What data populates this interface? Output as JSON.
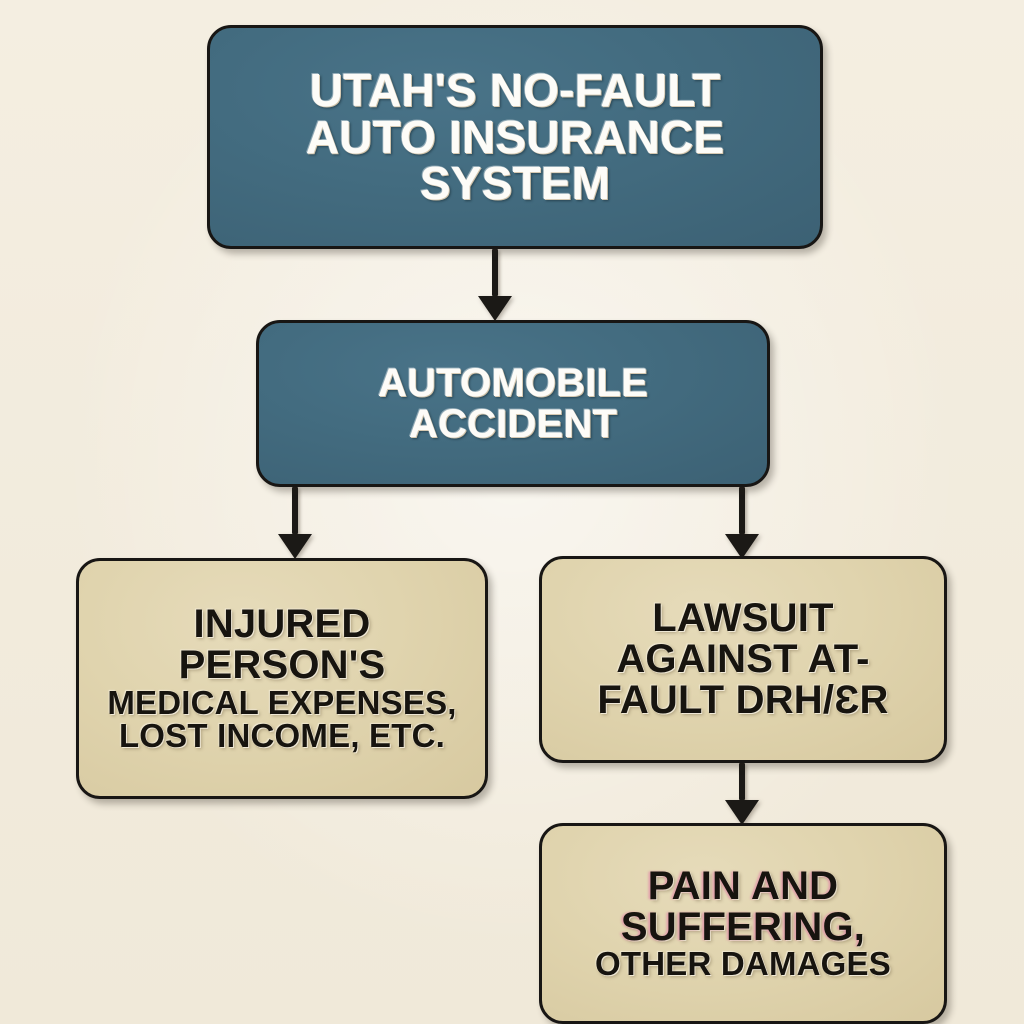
{
  "diagram": {
    "title": "Utah's No-Fault Auto Insurance System",
    "background_color": "#f4eee1",
    "accent_teal": "#436c80",
    "accent_tan": "#e0d4ae",
    "outline_color": "#181614",
    "nodes": [
      {
        "id": "header",
        "style": "teal",
        "lines": [
          "UTAH'S NO-FAULT",
          "AUTO INSURANCE",
          "SYSTEM"
        ]
      },
      {
        "id": "accident",
        "style": "teal",
        "lines": [
          "AUTOMOBILE",
          "ACCIDENT"
        ]
      },
      {
        "id": "injured-person",
        "style": "tan",
        "lines": [
          "INJURED",
          "PERSON'S",
          "MEDICAL EXPENSES,",
          "LOST INCOME, ETC."
        ]
      },
      {
        "id": "lawsuit",
        "style": "tan",
        "lines": [
          "LAWSUIT",
          "AGAINST AT-",
          "FAULT DRH/ƐR"
        ]
      },
      {
        "id": "damages",
        "style": "tan",
        "lines": [
          "PAIN AND",
          "SUFFERING,",
          "OTHER DAMAGES"
        ]
      }
    ],
    "connectors": [
      {
        "id": "header-to-accident",
        "from": "header",
        "to": "accident",
        "icon": "down-arrow-icon"
      },
      {
        "id": "accident-to-injured",
        "from": "accident",
        "to": "injured-person",
        "icon": "down-arrow-icon"
      },
      {
        "id": "accident-to-lawsuit",
        "from": "accident",
        "to": "lawsuit",
        "icon": "down-arrow-icon"
      },
      {
        "id": "lawsuit-to-damages",
        "from": "lawsuit",
        "to": "damages",
        "icon": "down-arrow-icon"
      }
    ]
  }
}
